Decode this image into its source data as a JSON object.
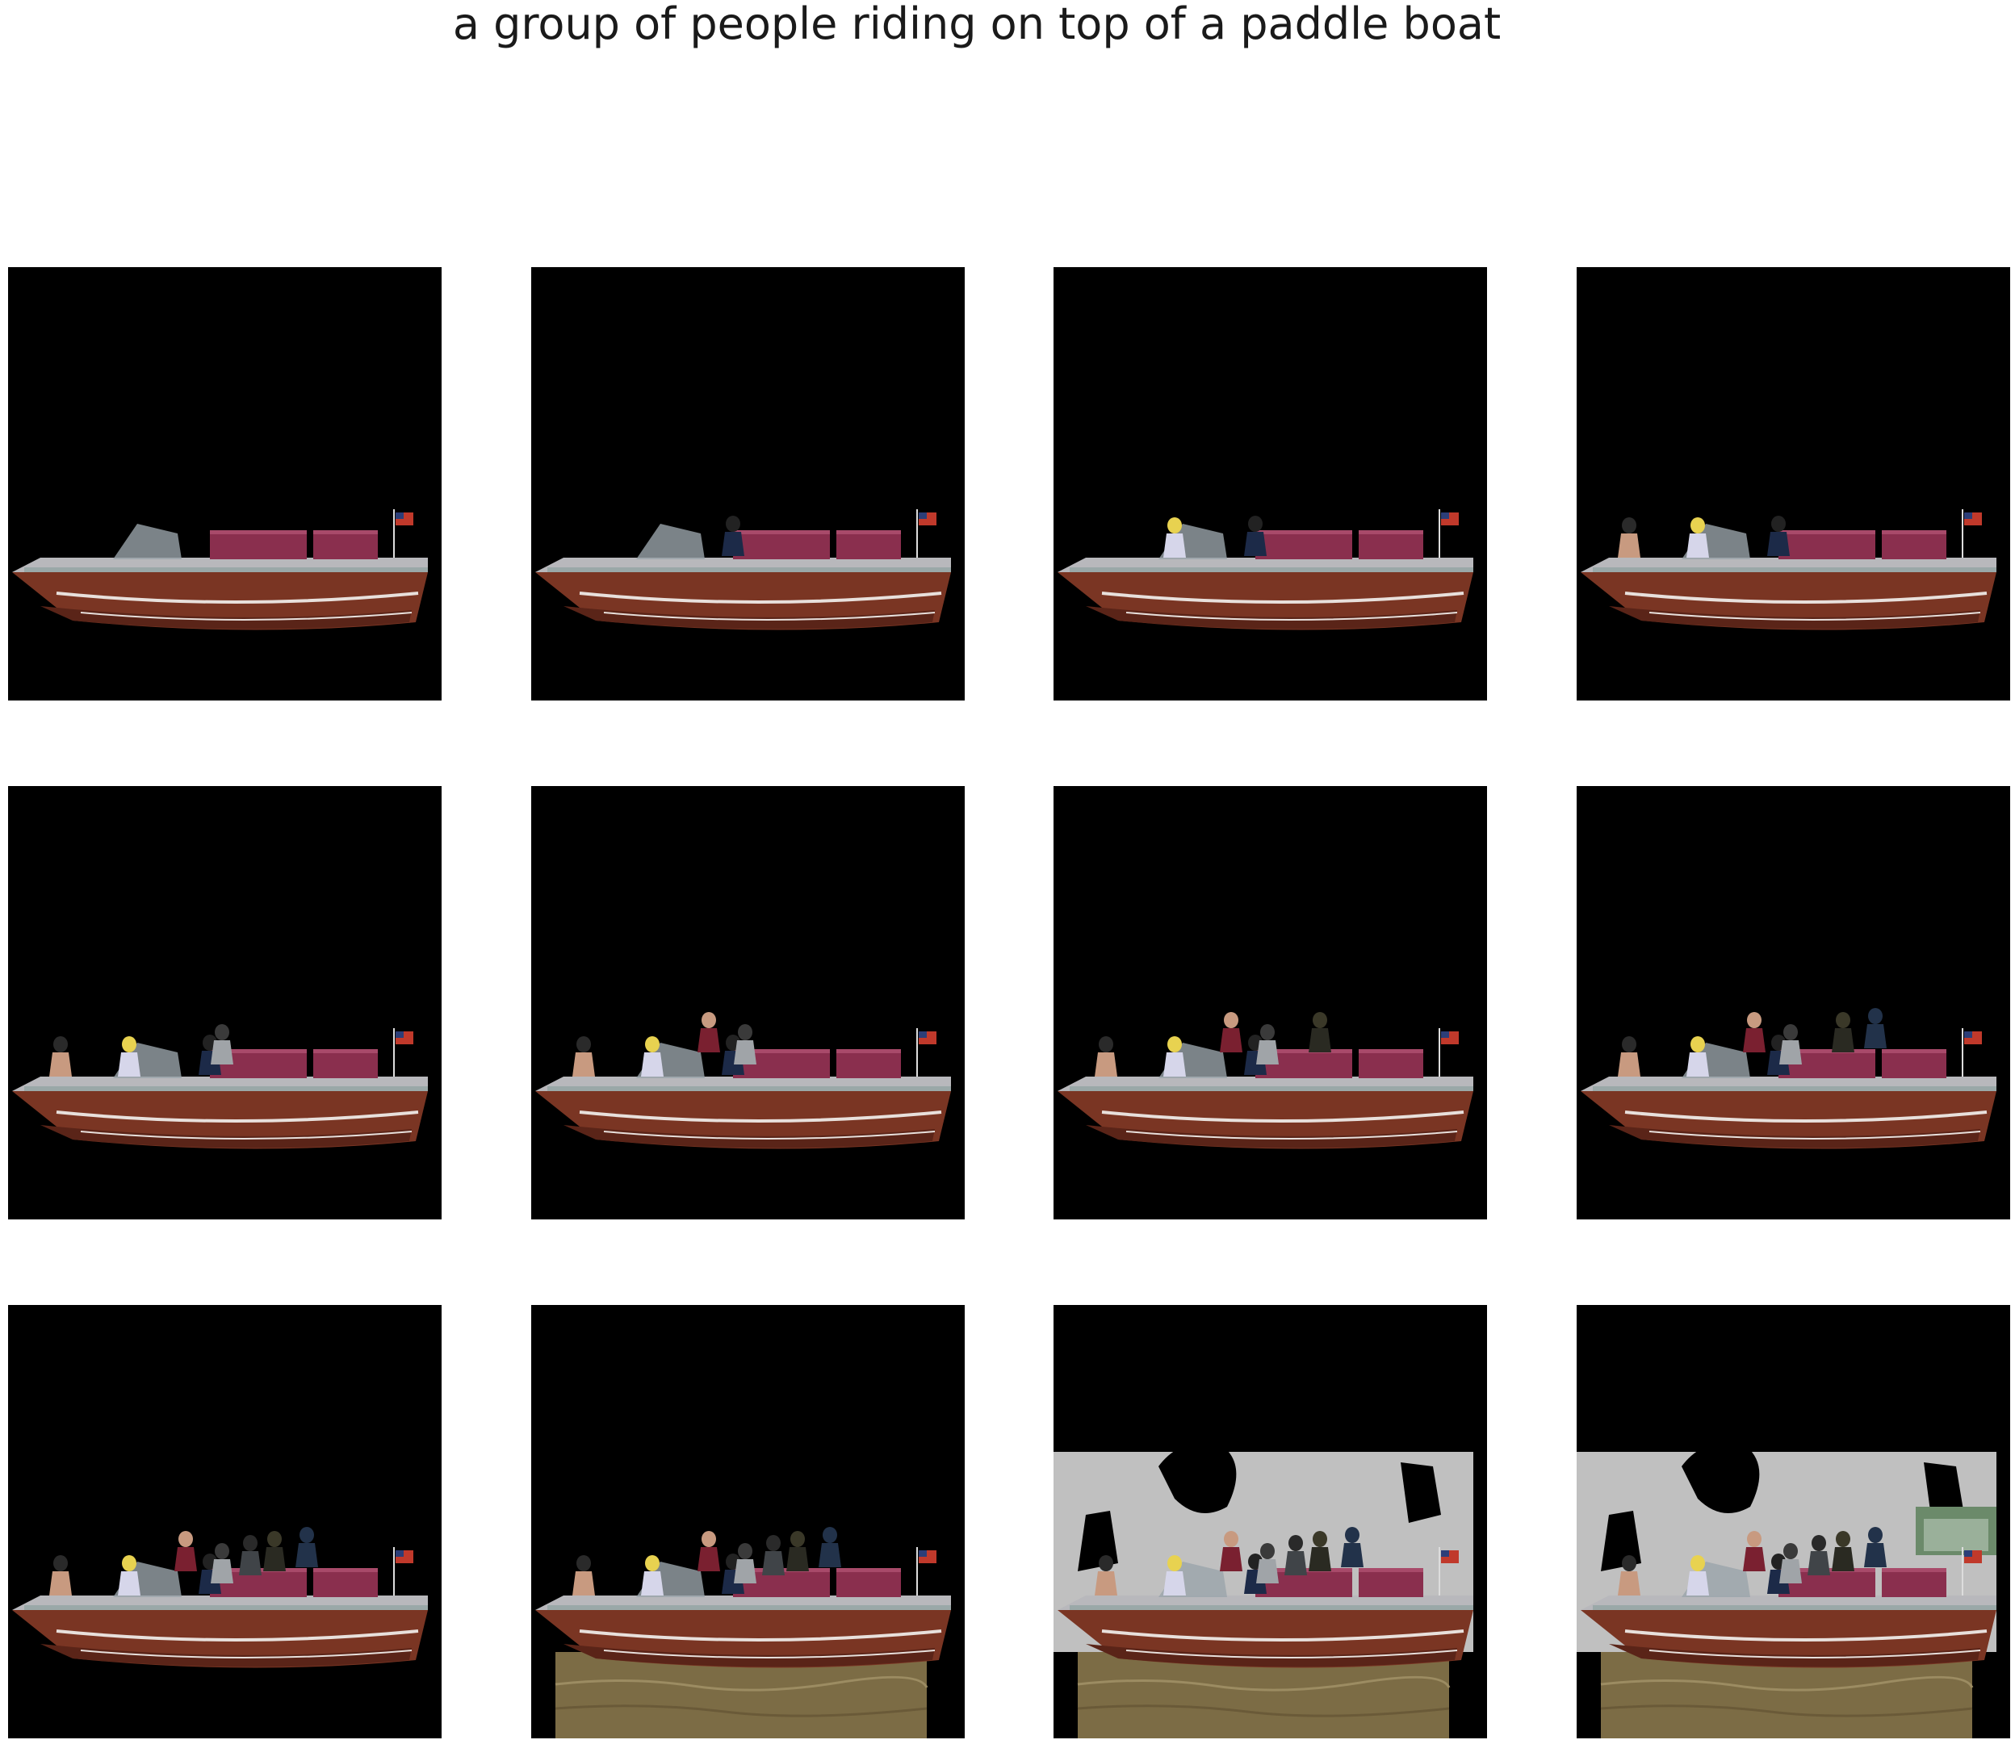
{
  "figure": {
    "title": "a group of people riding on top of a paddle boat",
    "caption_color": "#1a1a1a",
    "background_color": "#ffffff",
    "panel_background_color": "#000000"
  },
  "grid": {
    "rows": 3,
    "columns": 4,
    "panel_count": 12
  },
  "panels": [
    {
      "stage": 1,
      "layers": [
        "boat"
      ]
    },
    {
      "stage": 2,
      "layers": [
        "boat",
        "person-driver"
      ]
    },
    {
      "stage": 3,
      "layers": [
        "boat",
        "person-driver",
        "person-yellow-cap"
      ]
    },
    {
      "stage": 4,
      "layers": [
        "boat",
        "person-driver",
        "person-yellow-cap",
        "person-shirtless"
      ]
    },
    {
      "stage": 5,
      "layers": [
        "boat",
        "person-driver",
        "person-yellow-cap",
        "person-shirtless",
        "person-helmet"
      ]
    },
    {
      "stage": 6,
      "layers": [
        "boat",
        "person-driver",
        "person-yellow-cap",
        "person-shirtless",
        "person-helmet",
        "person-maroon-shirt"
      ]
    },
    {
      "stage": 7,
      "layers": [
        "boat",
        "person-driver",
        "person-yellow-cap",
        "person-shirtless",
        "person-helmet",
        "person-maroon-shirt",
        "person-dark-uniform"
      ]
    },
    {
      "stage": 8,
      "layers": [
        "boat",
        "person-driver",
        "person-yellow-cap",
        "person-shirtless",
        "person-helmet",
        "person-maroon-shirt",
        "person-dark-uniform",
        "person-blue-uniform"
      ]
    },
    {
      "stage": 9,
      "layers": [
        "boat",
        "person-driver",
        "person-yellow-cap",
        "person-shirtless",
        "person-helmet",
        "person-maroon-shirt",
        "person-dark-uniform",
        "person-blue-uniform",
        "person-extra"
      ]
    },
    {
      "stage": 10,
      "layers": [
        "boat",
        "people",
        "water"
      ]
    },
    {
      "stage": 11,
      "layers": [
        "boat",
        "people",
        "water",
        "foggy-sky"
      ]
    },
    {
      "stage": 12,
      "layers": [
        "boat",
        "people",
        "water",
        "foggy-sky",
        "trees"
      ]
    }
  ],
  "colors": {
    "hull": "#7a3523",
    "hull_dark": "#5a2418",
    "hull_stripe": "#e8e0dc",
    "deck": "#b8b8bc",
    "seat": "#8a2f4e",
    "water": "#7c6c45",
    "sky": "#c0c0c0",
    "flag_red": "#c0392b",
    "flag_blue": "#2c3e78"
  }
}
